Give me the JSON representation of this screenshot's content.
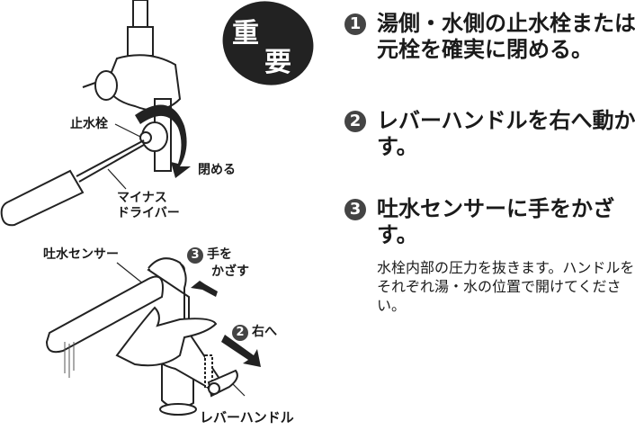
{
  "badge": {
    "line1": "重",
    "line2": "要"
  },
  "upper_illustration": {
    "stop_valve_label": "止水栓",
    "close_label": "閉める",
    "screwdriver_label_line1": "マイナス",
    "screwdriver_label_line2": "ドライバー"
  },
  "lower_illustration": {
    "sensor_label": "吐水センサー",
    "step3_num": "3",
    "step3_line1": "手を",
    "step3_line2": "かざす",
    "step2_num": "2",
    "step2_label": "右へ",
    "lever_label": "レバーハンドル"
  },
  "steps": [
    {
      "num": "1",
      "text": "湯側・水側の止水栓または元栓を確実に閉める。"
    },
    {
      "num": "2",
      "text": "レバーハンドルを右へ動かす。"
    },
    {
      "num": "3",
      "text": "吐水センサーに手をかざす。"
    }
  ],
  "note": "水栓内部の圧力を抜きます。ハンドルをそれぞれ湯・水の位置で開けてください。"
}
